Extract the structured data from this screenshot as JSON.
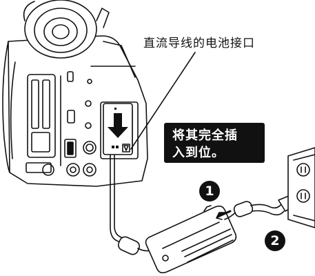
{
  "callout": {
    "label": "直流导线的电池接口"
  },
  "instruction": {
    "line1": "将其完全插",
    "line2": "入到位。"
  },
  "steps": [
    {
      "number": "1"
    },
    {
      "number": "2"
    }
  ]
}
